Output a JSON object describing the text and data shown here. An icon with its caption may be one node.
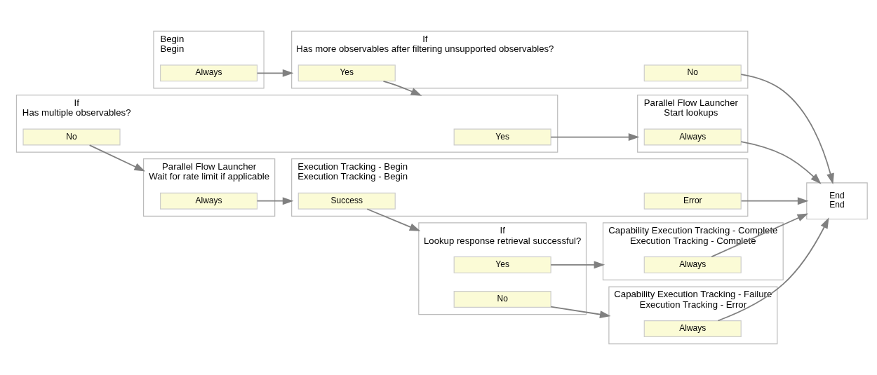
{
  "diagram": {
    "nodes": [
      {
        "text": [
          "Begin",
          "Begin"
        ]
      },
      {
        "text": [
          "Always"
        ],
        "in": 0
      },
      {
        "text": [
          "If",
          "Has more observables after filtering unsupported observables?"
        ]
      },
      {
        "text": [
          "Yes"
        ],
        "in": 2
      },
      {
        "text": [
          "No"
        ],
        "in": 2
      },
      {
        "text": [
          "If",
          "Has multiple observables?"
        ]
      },
      {
        "text": [
          "Yes"
        ],
        "in": 5
      },
      {
        "text": [
          "No"
        ],
        "in": 5
      },
      {
        "text": [
          "Parallel Flow Launcher",
          "Wait for rate limit if applicable"
        ]
      },
      {
        "text": [
          "Always"
        ],
        "in": 8
      },
      {
        "text": [
          "Execution Tracking - Begin",
          "Execution Tracking - Begin"
        ]
      },
      {
        "text": [
          "Success"
        ],
        "in": 10
      },
      {
        "text": [
          "Error"
        ],
        "in": 10
      },
      {
        "text": [
          "If",
          "Lookup response retrieval successful?"
        ]
      },
      {
        "text": [
          "Yes"
        ],
        "in": 13
      },
      {
        "text": [
          "No"
        ],
        "in": 13
      },
      {
        "text": [
          "Parallel Flow Launcher",
          "Start lookups"
        ]
      },
      {
        "text": [
          "Always"
        ],
        "in": 16
      },
      {
        "text": [
          "Capability Execution Tracking - Complete",
          "Execution Tracking - Complete"
        ]
      },
      {
        "text": [
          "Always"
        ],
        "in": 18
      },
      {
        "text": [
          "Capability Execution Tracking - Failure",
          "Execution Tracking - Error"
        ]
      },
      {
        "text": [
          "Always"
        ],
        "in": 20
      },
      {
        "text": [
          "End",
          "End"
        ]
      }
    ],
    "edges": [
      {
        "from": 1,
        "to": 2,
        "arrow": "to"
      },
      {
        "from": 3,
        "to": 5,
        "arrow": "to"
      },
      {
        "from": 4,
        "to": 22,
        "arrow": "to"
      },
      {
        "from": 6,
        "to": 16,
        "arrow": "to"
      },
      {
        "from": 7,
        "to": 8,
        "arrow": "to"
      },
      {
        "from": 9,
        "to": 10,
        "arrow": "to"
      },
      {
        "from": 11,
        "to": 13,
        "arrow": "to"
      },
      {
        "from": 12,
        "to": 22,
        "arrow": "to"
      },
      {
        "from": 14,
        "to": 18,
        "arrow": "to"
      },
      {
        "from": 15,
        "to": 20,
        "arrow": "to"
      },
      {
        "from": 17,
        "to": 22,
        "arrow": "to"
      },
      {
        "from": 19,
        "to": 22,
        "arrow": "to"
      },
      {
        "from": 21,
        "to": 22,
        "arrow": "to"
      }
    ]
  }
}
